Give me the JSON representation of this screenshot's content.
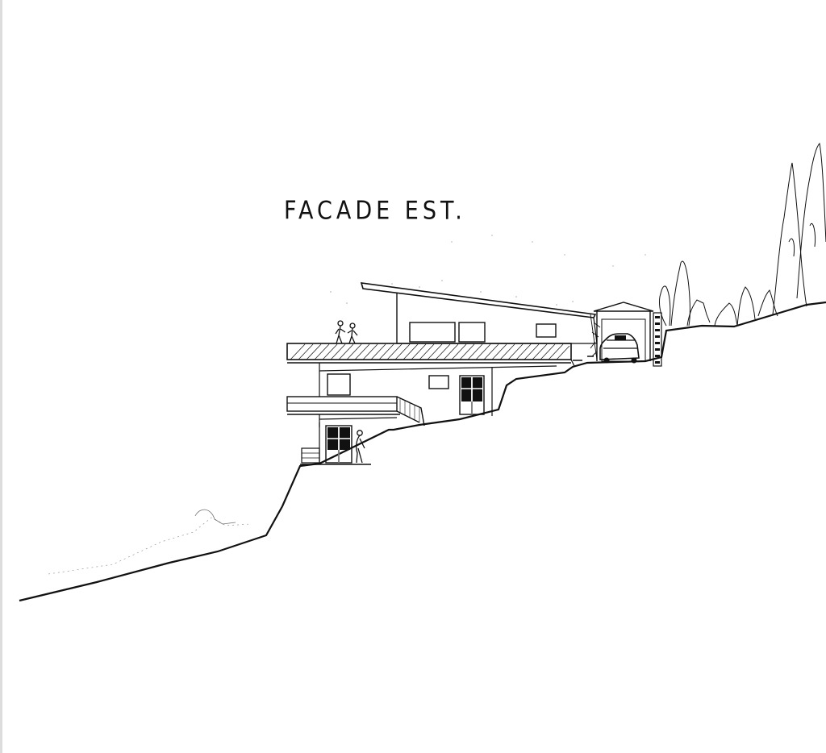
{
  "drawing": {
    "title": "FACADE EST."
  },
  "colors": {
    "ink": "#111111",
    "paper": "#ffffff",
    "scan_edge": "#dcdcdc"
  },
  "elements": {
    "building": "house-on-hillside",
    "garage": "garage-with-car",
    "figures": [
      "two-people-on-terrace",
      "person-at-lower-door"
    ],
    "vegetation": [
      "cypress-trees",
      "shrubs"
    ]
  }
}
